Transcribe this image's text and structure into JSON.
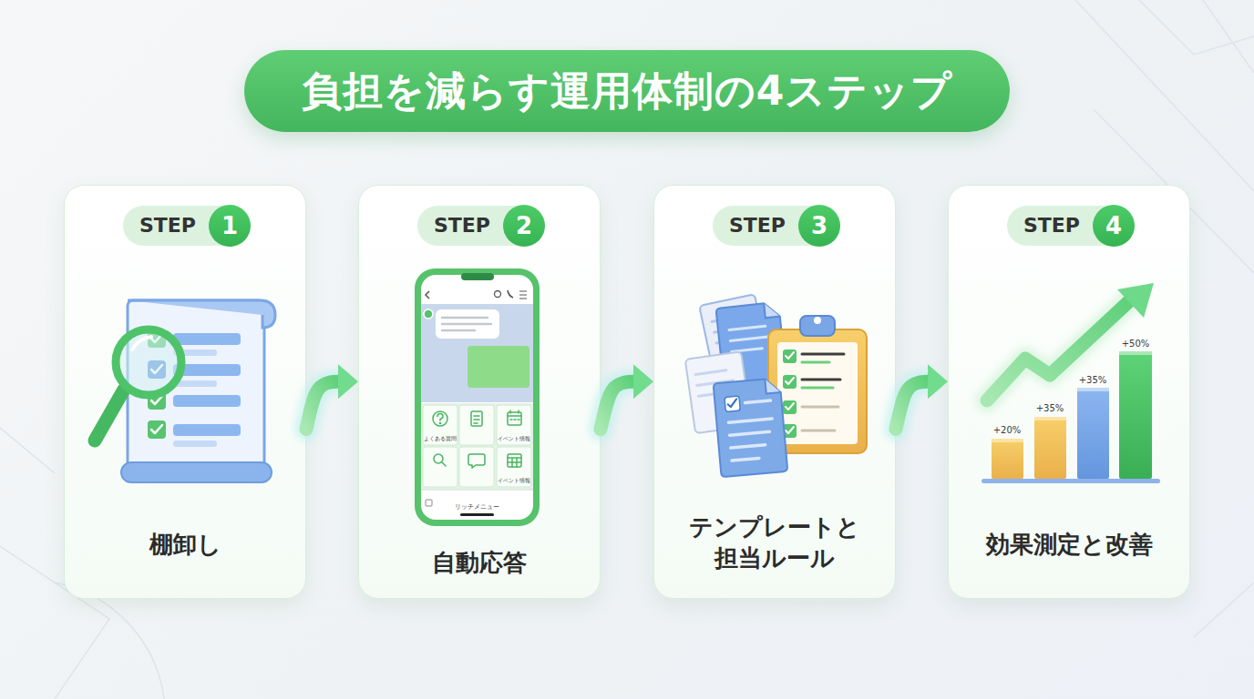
{
  "diagram": {
    "title": "負担を減らす運用体制の4ステップ",
    "nodes": [
      {
        "text": [
          "棚卸し"
        ]
      },
      {
        "text": [
          "STEP"
        ],
        "in": 0
      },
      {
        "text": [
          "1"
        ],
        "in": 1
      },
      {
        "text": [
          "自動応答"
        ]
      },
      {
        "text": [
          "STEP"
        ],
        "in": 3
      },
      {
        "text": [
          "2"
        ],
        "in": 4
      },
      {
        "text": [
          "テンプレートと 担当ルール"
        ]
      },
      {
        "text": [
          "STEP"
        ],
        "in": 6
      },
      {
        "text": [
          "3"
        ],
        "in": 7
      },
      {
        "text": [
          "効果測定と改善"
        ]
      },
      {
        "text": [
          "STEP"
        ],
        "in": 9
      },
      {
        "text": [
          "4"
        ],
        "in": 10
      }
    ],
    "edges": [
      {
        "from": 0,
        "to": 3,
        "arrow": "to"
      },
      {
        "from": 3,
        "to": 6,
        "arrow": "to"
      },
      {
        "from": 6,
        "to": 9,
        "arrow": "to"
      }
    ],
    "labels": [
      "よくある質問",
      "イベント情報",
      "イベント情報",
      "リッチメニュー",
      "+20%",
      "+35%",
      "+35%",
      "+50%"
    ]
  }
}
